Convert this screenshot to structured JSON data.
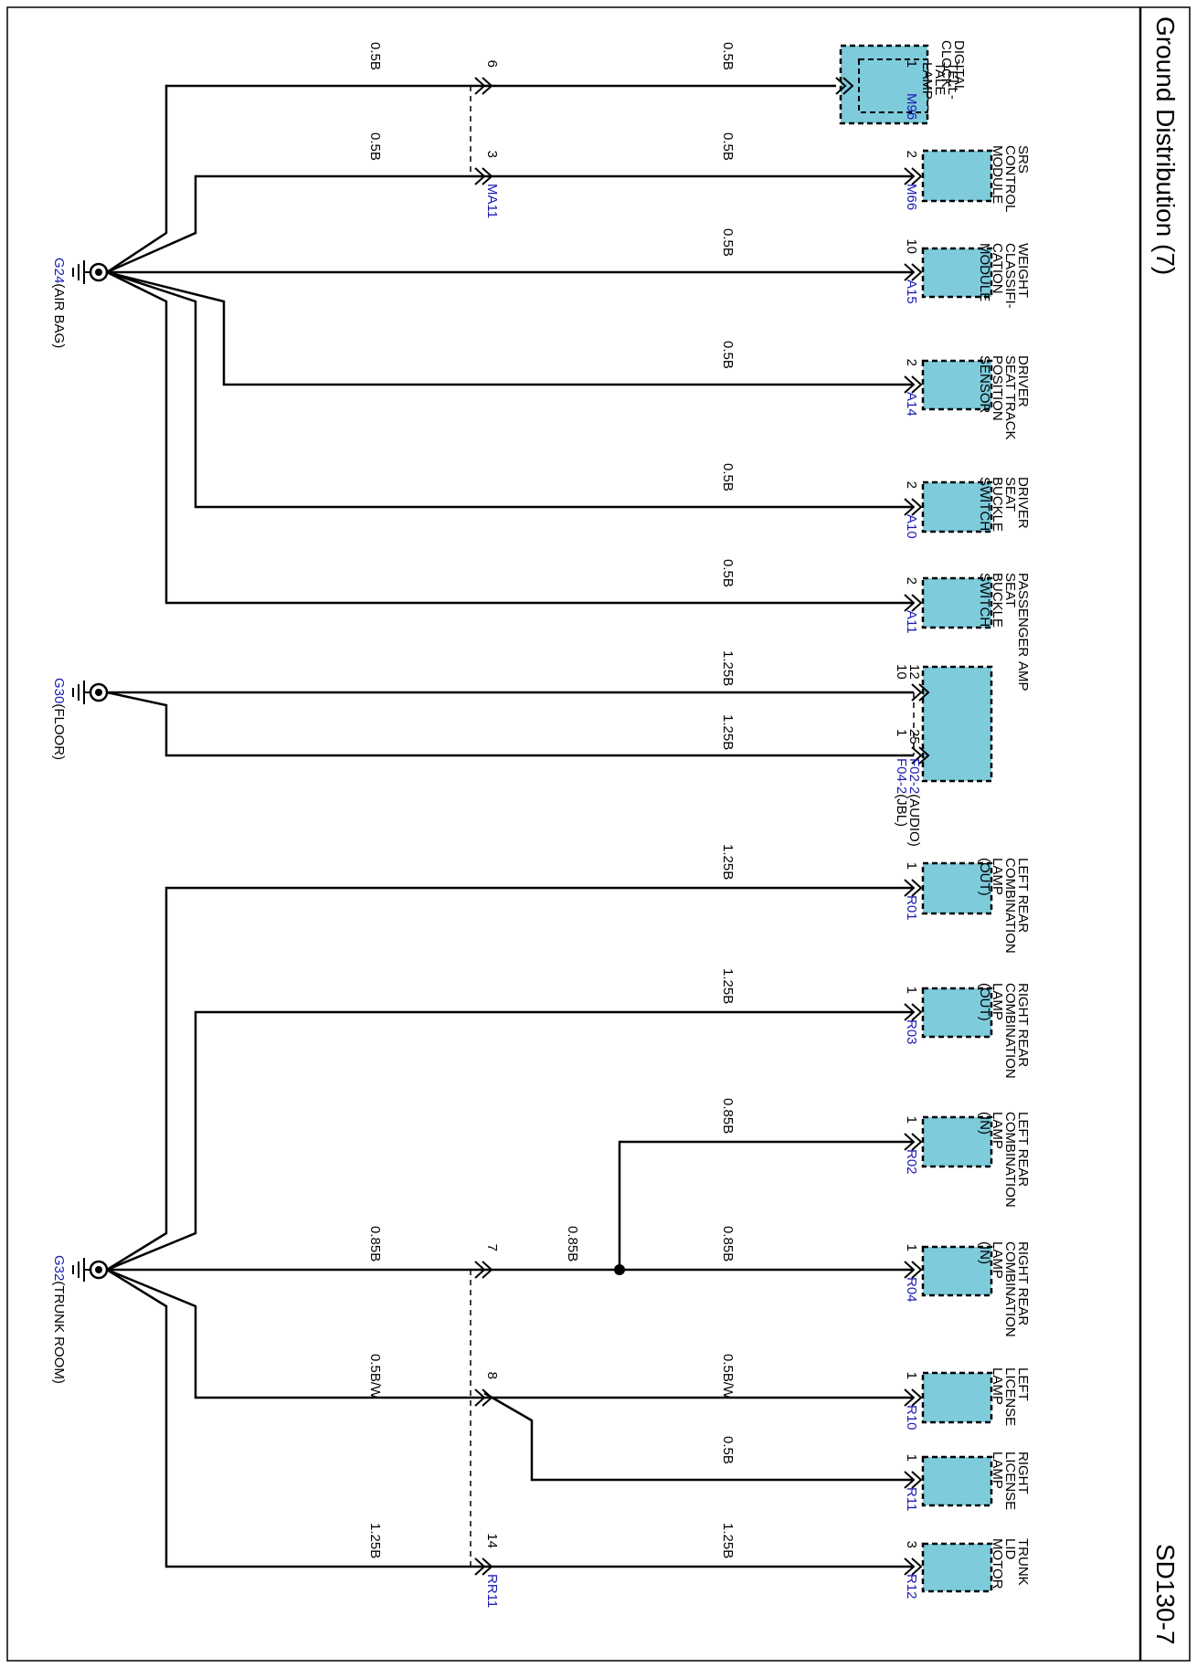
{
  "header": {
    "title": "Ground Distribution (7)",
    "page_code": "SD130-7"
  },
  "colors": {
    "component_fill": "#7ecbdb",
    "wire": "#000000",
    "connector_text": "#1a1ab4"
  },
  "grounds": [
    {
      "id": "g24",
      "code": "G24",
      "desc": "(AIR BAG)"
    },
    {
      "id": "g30",
      "code": "G30",
      "desc": "(FLOOR)"
    },
    {
      "id": "g32",
      "code": "G32",
      "desc": "(TRUNK ROOM)"
    }
  ],
  "components": [
    {
      "id": "digital-clock",
      "lines": [
        "DIGITAL",
        "CLOCK"
      ],
      "inner": [
        "TELL-",
        "TALE",
        "LAMP"
      ],
      "connector": "M96",
      "pin": "1",
      "wire": "0.5B",
      "outer_wire": "0.5B",
      "inline": {
        "pin": "6",
        "connector": ""
      },
      "ground": "g24"
    },
    {
      "id": "srs-control-module",
      "lines": [
        "SRS",
        "CONTROL",
        "MODULE"
      ],
      "connector": "M66",
      "pin": "2",
      "wire": "0.5B",
      "outer_wire": "0.5B",
      "inline": {
        "pin": "3",
        "connector": "MA11"
      },
      "ground": "g24"
    },
    {
      "id": "weight-classification-module",
      "lines": [
        "WEIGHT",
        "CLASSIFI-",
        "CATION",
        "MODULE"
      ],
      "connector": "A15",
      "pin": "10",
      "wire": "0.5B",
      "ground": "g24"
    },
    {
      "id": "driver-seat-track-position-sensor",
      "lines": [
        "DRIVER",
        "SEAT TRACK",
        "POSITION",
        "SENSOR"
      ],
      "connector": "A14",
      "pin": "2",
      "wire": "0.5B",
      "ground": "g24"
    },
    {
      "id": "driver-seat-buckle-switch",
      "lines": [
        "DRIVER",
        "SEAT",
        "BUCKLE",
        "SWITCH"
      ],
      "connector": "A10",
      "pin": "2",
      "wire": "0.5B",
      "ground": "g24"
    },
    {
      "id": "passenger-seat-buckle-switch",
      "lines": [
        "PASSENGER",
        "SEAT",
        "BUCKLE",
        "SWITCH"
      ],
      "connector": "A11",
      "pin": "2",
      "wire": "0.5B",
      "ground": "g24"
    },
    {
      "id": "amp",
      "lines": [
        "AMP"
      ],
      "connectors": [
        "F02-2",
        "F04-2"
      ],
      "connector_notes": [
        "(AUDIO)",
        "(JBL)"
      ],
      "pins": [
        [
          "12",
          "10"
        ],
        [
          "25",
          "1"
        ]
      ],
      "wires": [
        "1.25B",
        "1.25B"
      ],
      "ground": "g30"
    },
    {
      "id": "left-rear-combination-lamp-out",
      "lines": [
        "LEFT REAR",
        "COMBINATION",
        "LAMP",
        "(OUT)"
      ],
      "connector": "R01",
      "pin": "1",
      "wire": "1.25B",
      "ground": "g32"
    },
    {
      "id": "right-rear-combination-lamp-out",
      "lines": [
        "RIGHT REAR",
        "COMBINATION",
        "LAMP",
        "(OUT)"
      ],
      "connector": "R03",
      "pin": "1",
      "wire": "1.25B",
      "ground": "g32"
    },
    {
      "id": "left-rear-combination-lamp-in",
      "lines": [
        "LEFT REAR",
        "COMBINATION",
        "LAMP",
        "(IN)"
      ],
      "connector": "R02",
      "pin": "1",
      "wire": "0.85B",
      "ground": "g32"
    },
    {
      "id": "right-rear-combination-lamp-in",
      "lines": [
        "RIGHT REAR",
        "COMBINATION",
        "LAMP",
        "(IN)"
      ],
      "connector": "R04",
      "pin": "1",
      "wire": "0.85B",
      "mid_wire": "0.85B",
      "outer_wire": "0.85B",
      "inline": {
        "pin": "7",
        "connector": ""
      },
      "ground": "g32"
    },
    {
      "id": "left-license-lamp",
      "lines": [
        "LEFT",
        "LICENSE",
        "LAMP"
      ],
      "connector": "R10",
      "pin": "1",
      "wire": "0.5B/W",
      "outer_wire": "0.5B/W",
      "inline": {
        "pin": "8",
        "connector": ""
      },
      "ground": "g32"
    },
    {
      "id": "right-license-lamp",
      "lines": [
        "RIGHT",
        "LICENSE",
        "LAMP"
      ],
      "connector": "R11",
      "pin": "1",
      "wire": "0.5B",
      "ground": "g32"
    },
    {
      "id": "trunk-lid-motor",
      "lines": [
        "TRUNK",
        "LID",
        "MOTOR"
      ],
      "connector": "R12",
      "pin": "3",
      "wire": "1.25B",
      "outer_wire": "1.25B",
      "inline": {
        "pin": "14",
        "connector": "RR11"
      },
      "ground": "g32"
    }
  ]
}
